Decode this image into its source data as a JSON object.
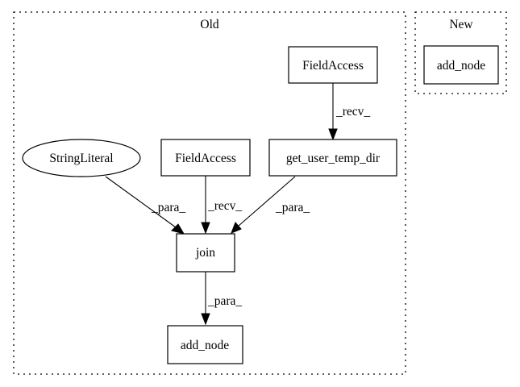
{
  "clusters": {
    "old": {
      "label": "Old"
    },
    "new": {
      "label": "New"
    }
  },
  "nodes": {
    "field_access_top": {
      "label": "FieldAccess",
      "shape": "box"
    },
    "string_literal": {
      "label": "StringLiteral",
      "shape": "ellipse"
    },
    "field_access_mid": {
      "label": "FieldAccess",
      "shape": "box"
    },
    "get_user_temp_dir": {
      "label": "get_user_temp_dir",
      "shape": "box"
    },
    "join": {
      "label": "join",
      "shape": "box"
    },
    "add_node_old": {
      "label": "add_node",
      "shape": "box"
    },
    "add_node_new": {
      "label": "add_node",
      "shape": "box"
    }
  },
  "edges": {
    "fa_top_to_gutd": {
      "label": "_recv_",
      "from": "field_access_top",
      "to": "get_user_temp_dir"
    },
    "sl_to_join": {
      "label": "_para_",
      "from": "string_literal",
      "to": "join"
    },
    "fa_mid_to_join": {
      "label": "_recv_",
      "from": "field_access_mid",
      "to": "join"
    },
    "gutd_to_join": {
      "label": "_para_",
      "from": "get_user_temp_dir",
      "to": "join"
    },
    "join_to_add": {
      "label": "_para_",
      "from": "join",
      "to": "add_node_old"
    }
  }
}
